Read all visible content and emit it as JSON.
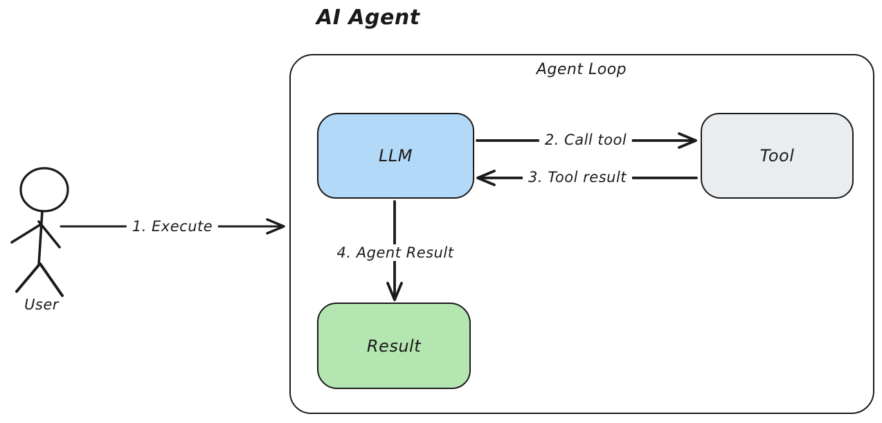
{
  "diagram": {
    "title": "AI Agent",
    "container": {
      "label": "Agent Loop"
    },
    "nodes": {
      "llm": {
        "label": "LLM",
        "fill": "#b3d9f8"
      },
      "tool": {
        "label": "Tool",
        "fill": "#e9edf0"
      },
      "result": {
        "label": "Result",
        "fill": "#b5e5b0"
      }
    },
    "actor": {
      "label": "User"
    },
    "edges": {
      "execute": {
        "label": "1. Execute",
        "from": "User",
        "to": "Agent Loop"
      },
      "call_tool": {
        "label": "2. Call tool",
        "from": "LLM",
        "to": "Tool"
      },
      "tool_result": {
        "label": "3. Tool result",
        "from": "Tool",
        "to": "LLM"
      },
      "agent_result": {
        "label": "4. Agent Result",
        "from": "LLM",
        "to": "Result"
      }
    },
    "colors": {
      "stroke": "#1a1a1a",
      "background": "#ffffff"
    }
  }
}
